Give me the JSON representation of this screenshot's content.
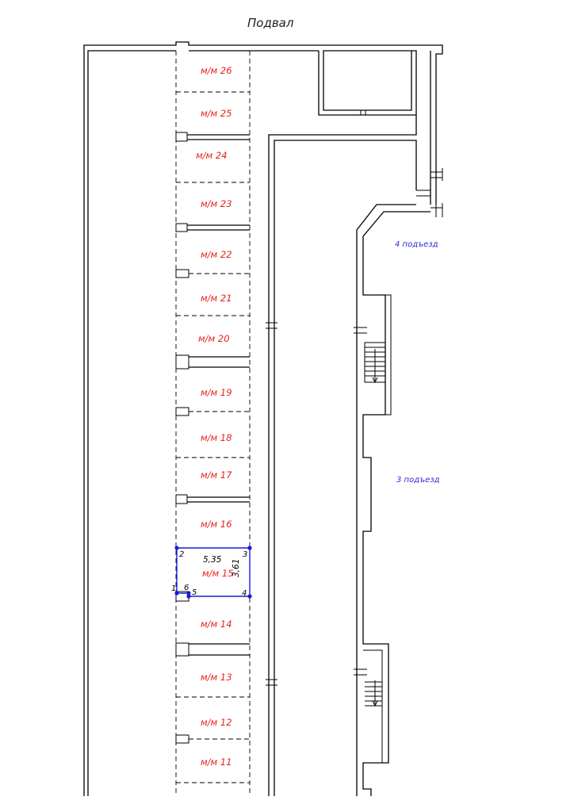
{
  "plan": {
    "title": "Подвал",
    "colors": {
      "spot_label": "#e8211c",
      "entrance_label": "#2b2bd6",
      "selection": "#1a1ad9",
      "line": "#000000"
    },
    "parking_spots": [
      {
        "label": "м/м 26"
      },
      {
        "label": "м/м 25"
      },
      {
        "label": "м/м 24"
      },
      {
        "label": "м/м 23"
      },
      {
        "label": "м/м 22"
      },
      {
        "label": "м/м 21"
      },
      {
        "label": "м/м 20"
      },
      {
        "label": "м/м 19"
      },
      {
        "label": "м/м 18"
      },
      {
        "label": "м/м 17"
      },
      {
        "label": "м/м 16"
      },
      {
        "label": "м/м 15"
      },
      {
        "label": "м/м 14"
      },
      {
        "label": "м/м 13"
      },
      {
        "label": "м/м 12"
      },
      {
        "label": "м/м 11"
      }
    ],
    "entrances": [
      {
        "label": "4 подъезд"
      },
      {
        "label": "3 подъезд"
      }
    ],
    "selected_spot": {
      "label": "м/м 15",
      "width_dim": "5,35",
      "height_dim": "3,61",
      "vertices": [
        "1",
        "2",
        "3",
        "4",
        "5",
        "6"
      ]
    }
  }
}
